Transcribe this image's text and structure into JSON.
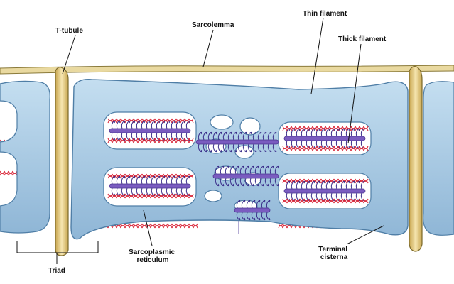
{
  "labels": {
    "t_tubule": "T-tubule",
    "sarcolemma": "Sarcolemma",
    "thin_filament": "Thin filament",
    "thick_filament": "Thick filament",
    "triad": "Triad",
    "sarcoplasmic_line1": "Sarcoplasmic",
    "sarcoplasmic_line2": "reticulum",
    "terminal_line1": "Terminal",
    "terminal_line2": "cisterna"
  },
  "colors": {
    "sarcolemma": "#e9d9a0",
    "sarcolemma_edge": "#8a7a3a",
    "t_tubule": "#e8cf86",
    "t_tubule_edge": "#7c6a2c",
    "reticulum": "#a9cbe3",
    "reticulum_edge": "#4f7ea6",
    "thin_filament": "#d9283a",
    "thick_filament": "#7a5cc0",
    "myosin_head": "#3a2d8a",
    "background": "#ffffff"
  }
}
